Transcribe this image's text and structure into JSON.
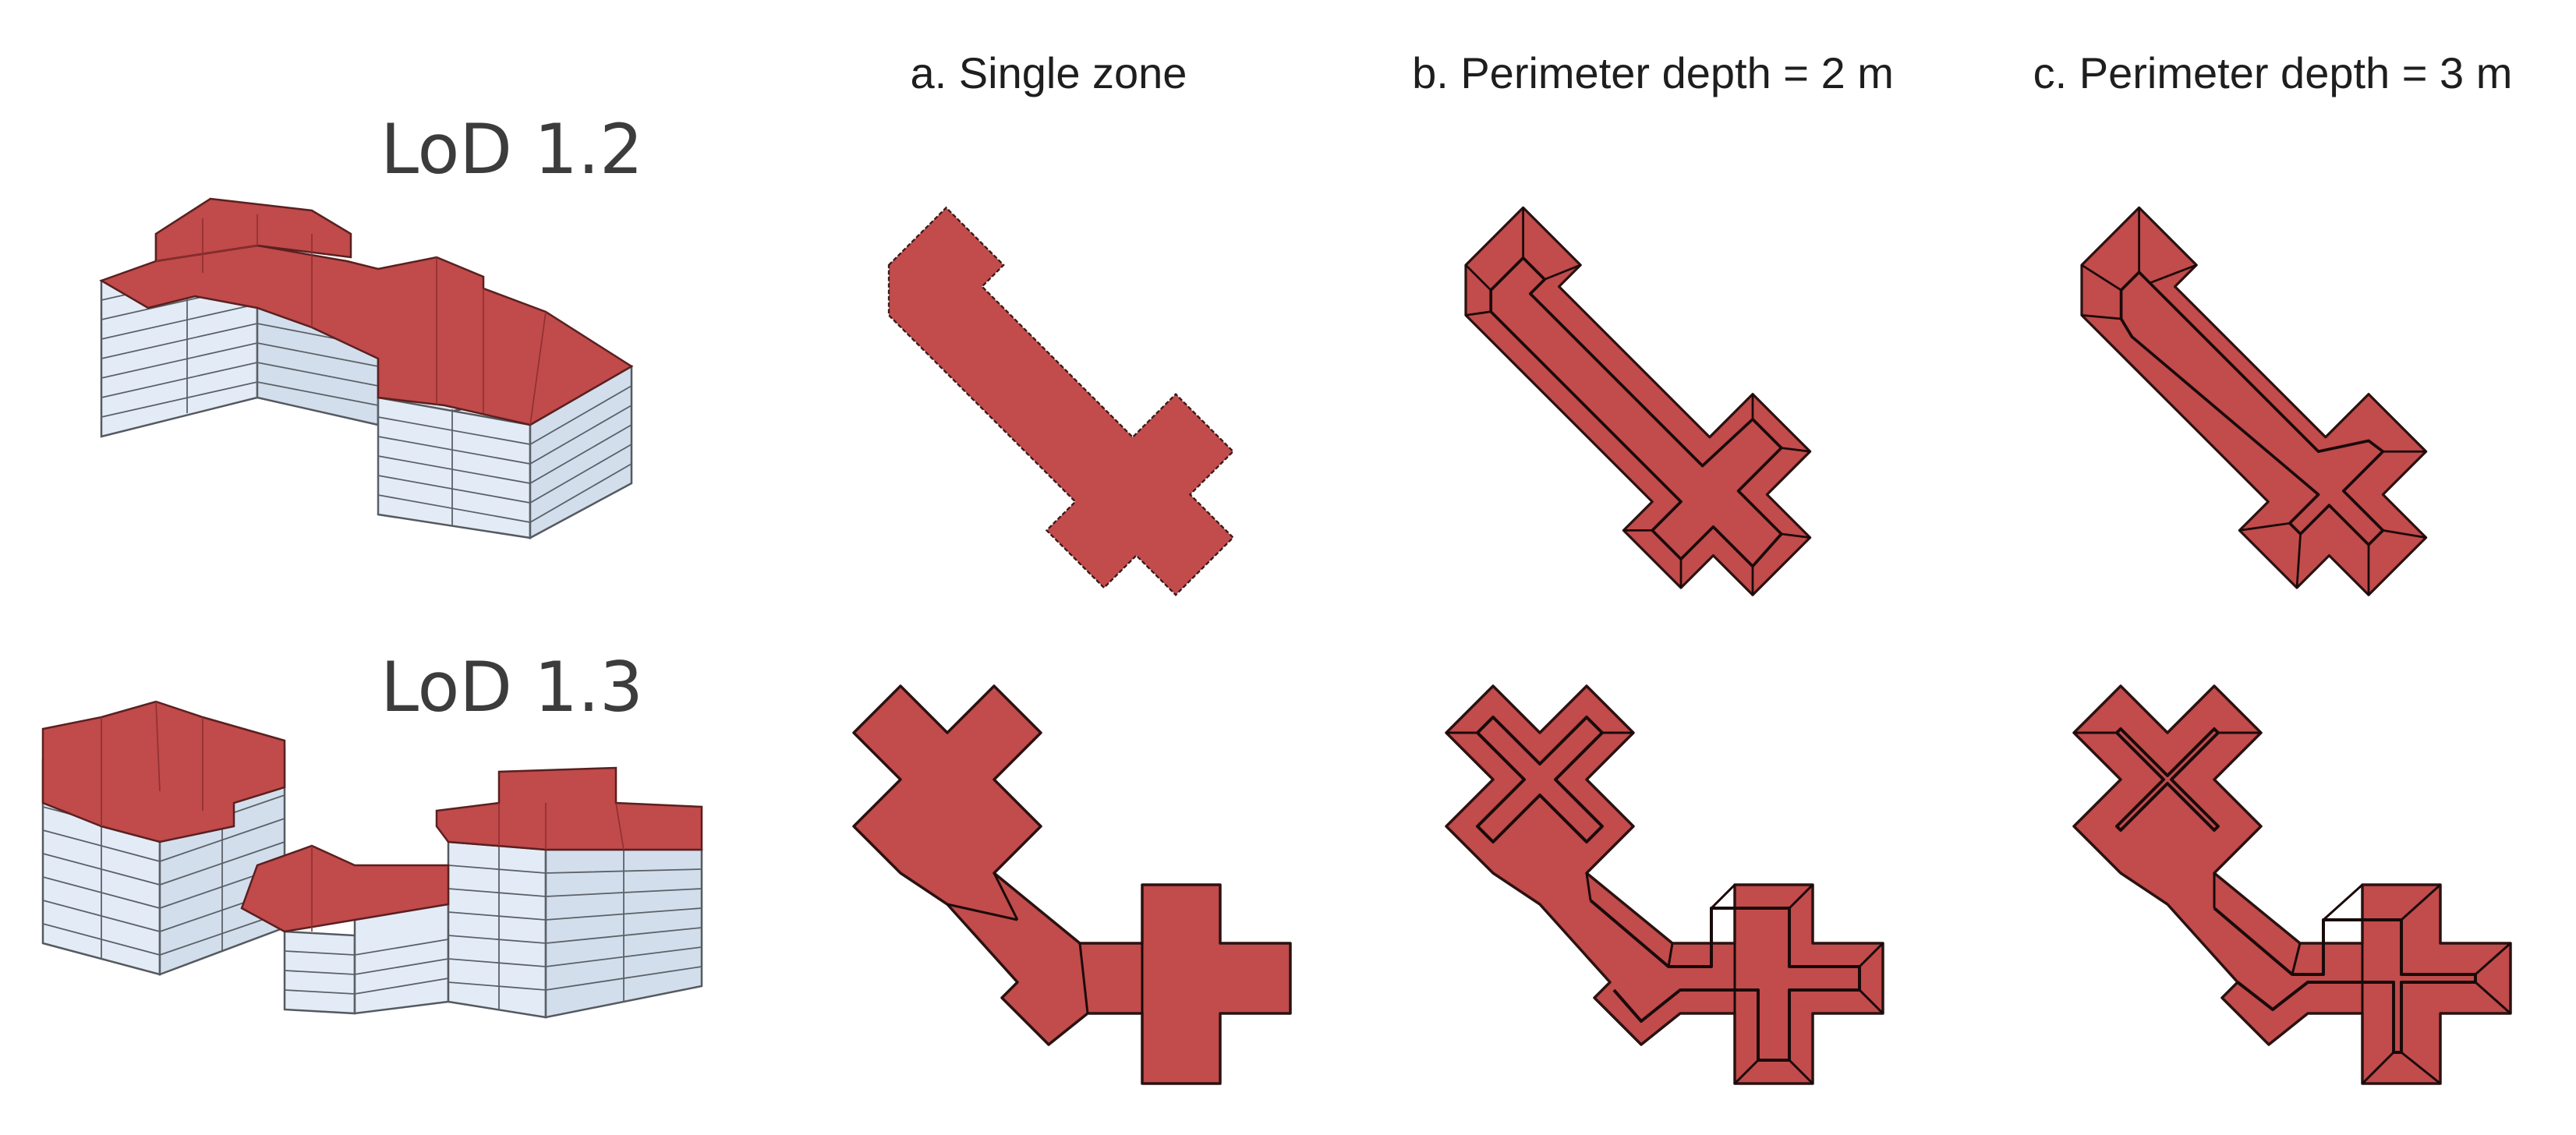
{
  "rows": [
    {
      "label": "LoD 1.2"
    },
    {
      "label": "LoD 1.3"
    }
  ],
  "columns": [
    {
      "label": "a. Single zone"
    },
    {
      "label": "b. Perimeter depth = 2 m"
    },
    {
      "label": "c. Perimeter depth = 3 m"
    }
  ],
  "colors": {
    "zone_fill": "#c24b4b",
    "zone_outline": "#1a0a0a",
    "facade_glass": "#e3ecf6"
  }
}
